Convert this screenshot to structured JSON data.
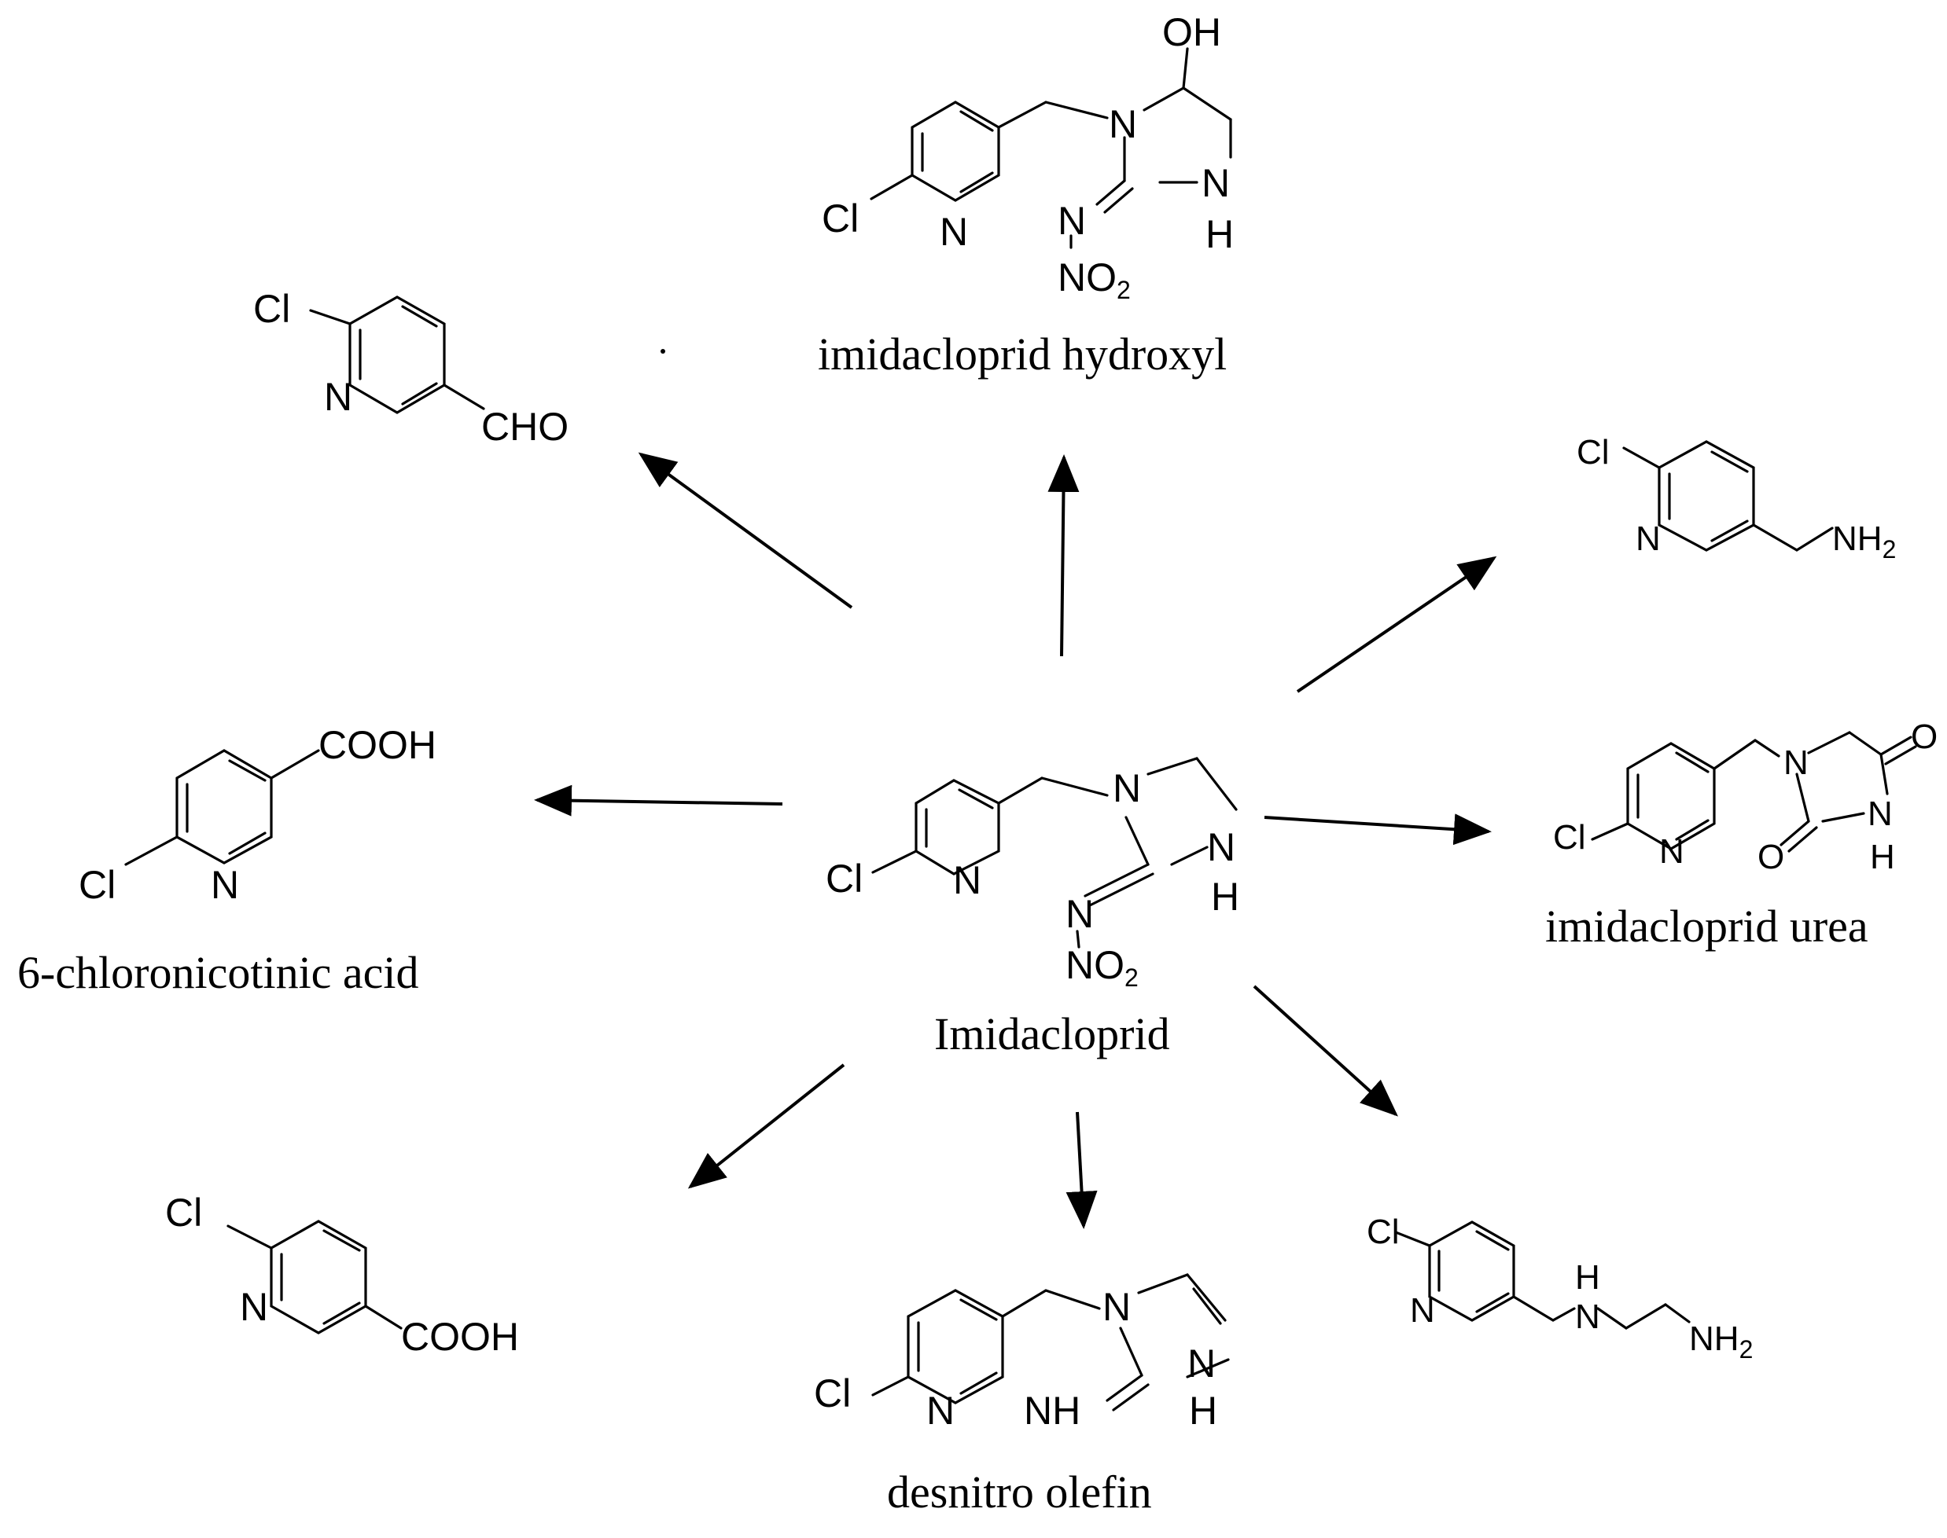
{
  "atoms": {
    "cl": "Cl",
    "n": "N",
    "nh": "NH",
    "h": "H",
    "o": "O",
    "oh": "OH",
    "cho": "CHO",
    "cooh": "COOH",
    "no": "NO",
    "nh2": "NH",
    "sub2": "2"
  },
  "compounds": {
    "center": "Imidacloprid",
    "top": "imidacloprid hydroxyl",
    "left": "6-chloronicotinic acid",
    "right_mid": "imidacloprid urea",
    "bottom": "desnitro olefin"
  },
  "colors": {
    "ink": "#000000",
    "background": "#ffffff"
  }
}
